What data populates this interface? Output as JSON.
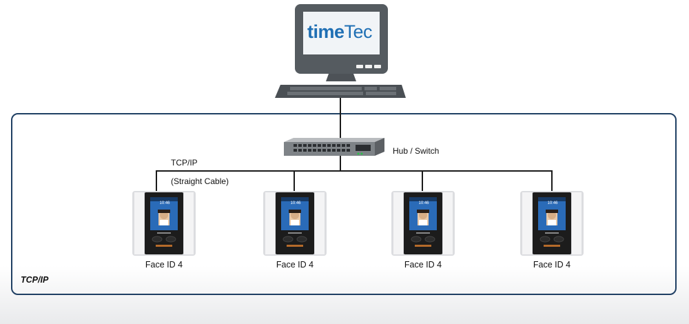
{
  "computer": {
    "brand_part1": "time",
    "brand_part2": "Tec"
  },
  "network": {
    "switch_label": "Hub / Switch",
    "connection_label_1": "TCP/IP",
    "connection_label_2": "(Straight Cable)",
    "frame_label": "TCP/IP"
  },
  "devices": [
    {
      "label": "Face ID 4",
      "screen_time": "10:46"
    },
    {
      "label": "Face ID 4",
      "screen_time": "10:46"
    },
    {
      "label": "Face ID 4",
      "screen_time": "10:46"
    },
    {
      "label": "Face ID 4",
      "screen_time": "10:46"
    }
  ],
  "colors": {
    "frame": "#1f3f63",
    "monitor": "#555b60",
    "screen": "#f1f4f7",
    "brand_blue": "#1f6fb4",
    "device_body": "#1c1c1c"
  }
}
